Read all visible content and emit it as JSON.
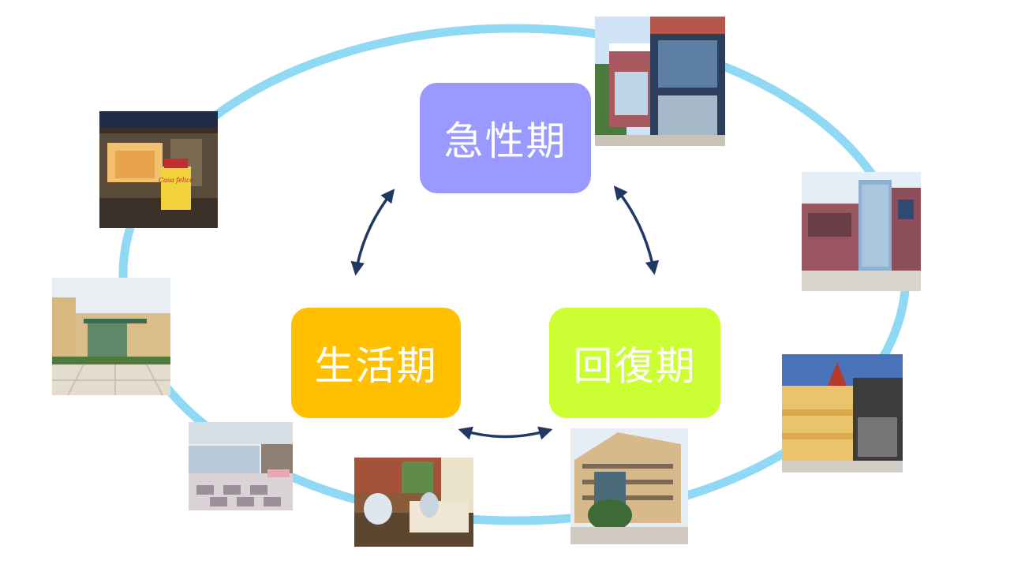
{
  "phases": {
    "acute": {
      "label": "急性期",
      "color": "#9999FF"
    },
    "recovery": {
      "label": "回復期",
      "color": "#CCFF33"
    },
    "life": {
      "label": "生活期",
      "color": "#FFC000"
    }
  },
  "cycle_ring_color": "#8FD9F5",
  "arrow_color": "#1F3864",
  "photos": [
    {
      "id": "acute-hospital-photo",
      "subject": "hospital building"
    },
    {
      "id": "hospital-wing-photo",
      "subject": "hospital building"
    },
    {
      "id": "care-facility-photo",
      "subject": "care facility building"
    },
    {
      "id": "rehab-hospital-photo",
      "subject": "hospital building"
    },
    {
      "id": "patient-room-photo",
      "subject": "patient room"
    },
    {
      "id": "rehab-gym-photo",
      "subject": "rehabilitation room"
    },
    {
      "id": "single-storey-facility-photo",
      "subject": "facility building"
    },
    {
      "id": "night-care-home-photo",
      "subject": "care home at night"
    }
  ],
  "photo_signs": {
    "care_home_sign": "Casa felice"
  }
}
